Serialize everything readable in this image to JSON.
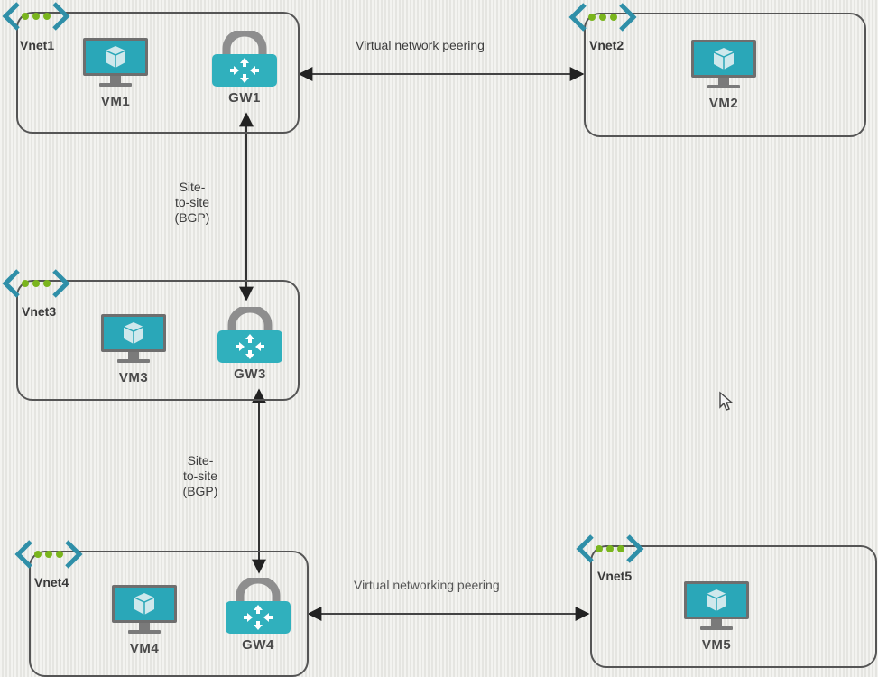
{
  "diagram": {
    "colors": {
      "vm_teal": "#2aa7b8",
      "gateway_teal": "#30b0bd",
      "lock_gray": "#8e8e8e",
      "vnet_bracket": "#2f8fa8",
      "vnet_dots": "#7ab51d",
      "border": "#555555"
    },
    "vnets": [
      {
        "id": "vnet1",
        "label": "Vnet1",
        "nodes": [
          {
            "type": "vm",
            "label": "VM1"
          },
          {
            "type": "gateway",
            "label": "GW1"
          }
        ]
      },
      {
        "id": "vnet2",
        "label": "Vnet2",
        "nodes": [
          {
            "type": "vm",
            "label": "VM2"
          }
        ]
      },
      {
        "id": "vnet3",
        "label": "Vnet3",
        "nodes": [
          {
            "type": "vm",
            "label": "VM3"
          },
          {
            "type": "gateway",
            "label": "GW3"
          }
        ]
      },
      {
        "id": "vnet4",
        "label": "Vnet4",
        "nodes": [
          {
            "type": "vm",
            "label": "VM4"
          },
          {
            "type": "gateway",
            "label": "GW4"
          }
        ]
      },
      {
        "id": "vnet5",
        "label": "Vnet5",
        "nodes": [
          {
            "type": "vm",
            "label": "VM5"
          }
        ]
      }
    ],
    "connections": [
      {
        "from": "GW1",
        "to": "Vnet2",
        "label": "Virtual network peering",
        "direction": "bidirectional"
      },
      {
        "from": "GW1",
        "to": "GW3",
        "label_lines": [
          "Site-",
          "to-site",
          "(BGP)"
        ],
        "direction": "bidirectional"
      },
      {
        "from": "GW3",
        "to": "GW4",
        "label_lines": [
          "Site-",
          "to-site",
          "(BGP)"
        ],
        "direction": "bidirectional"
      },
      {
        "from": "GW4",
        "to": "Vnet5",
        "label": "Virtual networking peering",
        "direction": "bidirectional"
      }
    ],
    "cursor": "mouse-pointer"
  }
}
